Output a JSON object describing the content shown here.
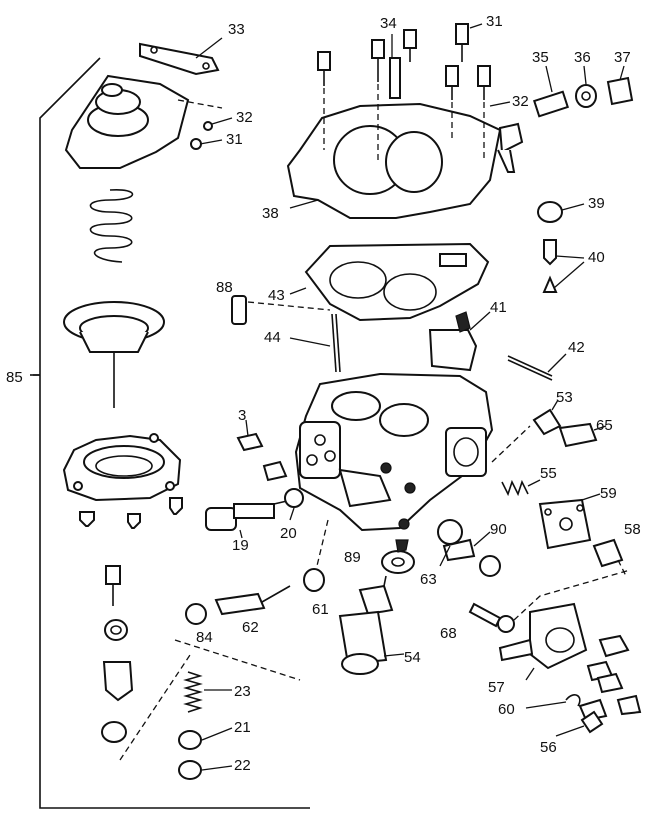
{
  "callouts": [
    {
      "id": "c33",
      "text": "33"
    },
    {
      "id": "c32a",
      "text": "32"
    },
    {
      "id": "c31a",
      "text": "31"
    },
    {
      "id": "c34",
      "text": "34"
    },
    {
      "id": "c31b",
      "text": "31"
    },
    {
      "id": "c35",
      "text": "35"
    },
    {
      "id": "c36",
      "text": "36"
    },
    {
      "id": "c37",
      "text": "37"
    },
    {
      "id": "c32b",
      "text": "32"
    },
    {
      "id": "c38",
      "text": "38"
    },
    {
      "id": "c39",
      "text": "39"
    },
    {
      "id": "c40",
      "text": "40"
    },
    {
      "id": "c88",
      "text": "88"
    },
    {
      "id": "c43",
      "text": "43"
    },
    {
      "id": "c41",
      "text": "41"
    },
    {
      "id": "c44",
      "text": "44"
    },
    {
      "id": "c42",
      "text": "42"
    },
    {
      "id": "c85",
      "text": "85"
    },
    {
      "id": "c53",
      "text": "53"
    },
    {
      "id": "c3",
      "text": "3"
    },
    {
      "id": "c65",
      "text": "65"
    },
    {
      "id": "c55",
      "text": "55"
    },
    {
      "id": "c59",
      "text": "59"
    },
    {
      "id": "c19",
      "text": "19"
    },
    {
      "id": "c20",
      "text": "20"
    },
    {
      "id": "c90",
      "text": "90"
    },
    {
      "id": "c58",
      "text": "58"
    },
    {
      "id": "c89",
      "text": "89"
    },
    {
      "id": "c63",
      "text": "63"
    },
    {
      "id": "c61",
      "text": "61"
    },
    {
      "id": "c84",
      "text": "84"
    },
    {
      "id": "c62",
      "text": "62"
    },
    {
      "id": "c68",
      "text": "68"
    },
    {
      "id": "c54",
      "text": "54"
    },
    {
      "id": "c23",
      "text": "23"
    },
    {
      "id": "c57",
      "text": "57"
    },
    {
      "id": "c21",
      "text": "21"
    },
    {
      "id": "c60",
      "text": "60"
    },
    {
      "id": "c56",
      "text": "56"
    },
    {
      "id": "c22",
      "text": "22"
    }
  ]
}
